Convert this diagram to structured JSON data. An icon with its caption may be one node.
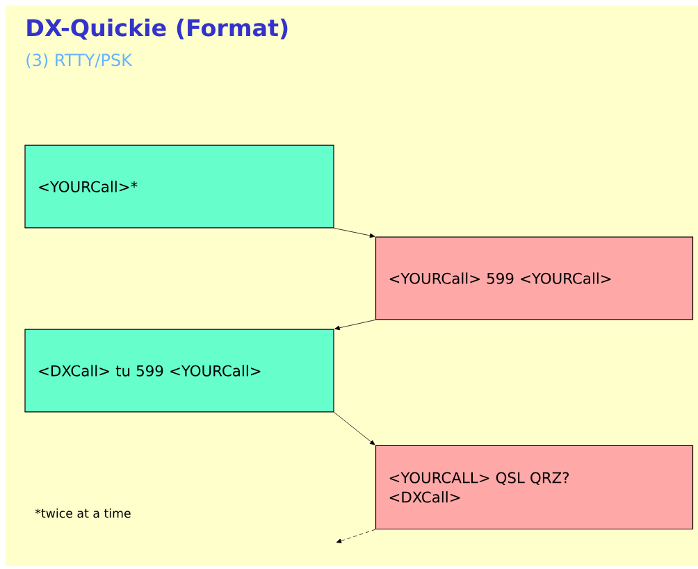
{
  "diagram": {
    "title": "DX-Quickie (Format)",
    "nodes": [
      {
        "text": [
          "<YOURCall>*"
        ]
      },
      {
        "text": [
          "<YOURCall> 599 <YOURCall>"
        ]
      },
      {
        "text": [
          "<DXCall> tu 599 <YOURCall>"
        ]
      },
      {
        "text": [
          "<YOURCALL> QSL QRZ? <DXCall>"
        ]
      }
    ],
    "edges": [
      {
        "from": 0,
        "to": 1,
        "arrow": "to"
      },
      {
        "from": 1,
        "to": 2,
        "arrow": "to"
      },
      {
        "from": 2,
        "to": 3,
        "arrow": "to"
      },
      {
        "from": 3,
        "to": null,
        "arrow": "to",
        "style": "dashed"
      }
    ],
    "labels": [
      "(3) RTTY/PSK",
      "*twice at a time"
    ]
  }
}
